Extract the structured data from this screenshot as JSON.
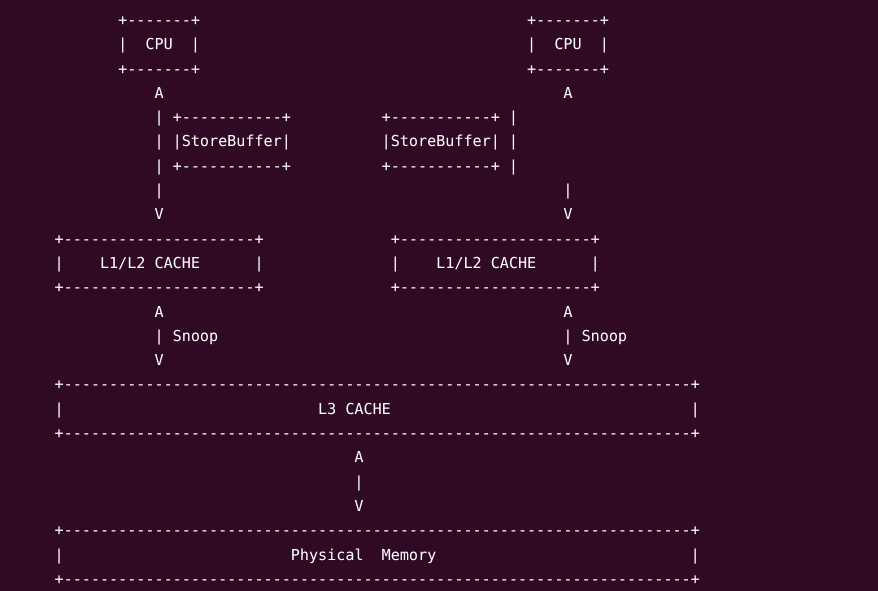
{
  "terminal": {
    "background_color": "#300a24",
    "foreground_color": "#ffffff",
    "columns": 96,
    "rows": 19
  },
  "diagram": {
    "title": "CPU cache coherence hierarchy",
    "type": "ascii-art",
    "nodes": {
      "cpu_left": "CPU",
      "cpu_right": "CPU",
      "store_buffer_left": "StoreBuffer",
      "store_buffer_right": "StoreBuffer",
      "l1l2_cache_left": "L1/L2 CACHE",
      "l1l2_cache_right": "L1/L2 CACHE",
      "l3_cache": "L3 CACHE",
      "physical_memory": "Physical  Memory"
    },
    "edge_labels": {
      "snoop_left": "Snoop",
      "snoop_right": "Snoop"
    },
    "arrow_glyphs": {
      "up": "A",
      "down": "V",
      "vertical": "|",
      "corner": "+",
      "horizontal": "-"
    },
    "lines": [
      "             +-------+                                    +-------+",
      "             |  CPU  |                                    |  CPU  |",
      "             +-------+                                    +-------+",
      "                 A                                            A",
      "                 | +-----------+          +-----------+ |",
      "                 | |StoreBuffer|          |StoreBuffer| |",
      "                 | +-----------+          +-----------+ |",
      "                 |                                            |",
      "                 V                                            V",
      "      +---------------------+              +---------------------+",
      "      |    L1/L2 CACHE      |              |    L1/L2 CACHE      |",
      "      +---------------------+              +---------------------+",
      "                 A                                            A",
      "                 | Snoop                                      | Snoop",
      "                 V                                            V",
      "      +---------------------------------------------------------------------+",
      "      |                            L3 CACHE                                 |",
      "      +---------------------------------------------------------------------+",
      "                                       A",
      "                                       |",
      "                                       V",
      "      +---------------------------------------------------------------------+",
      "      |                         Physical  Memory                            |",
      "      +---------------------------------------------------------------------+"
    ]
  }
}
